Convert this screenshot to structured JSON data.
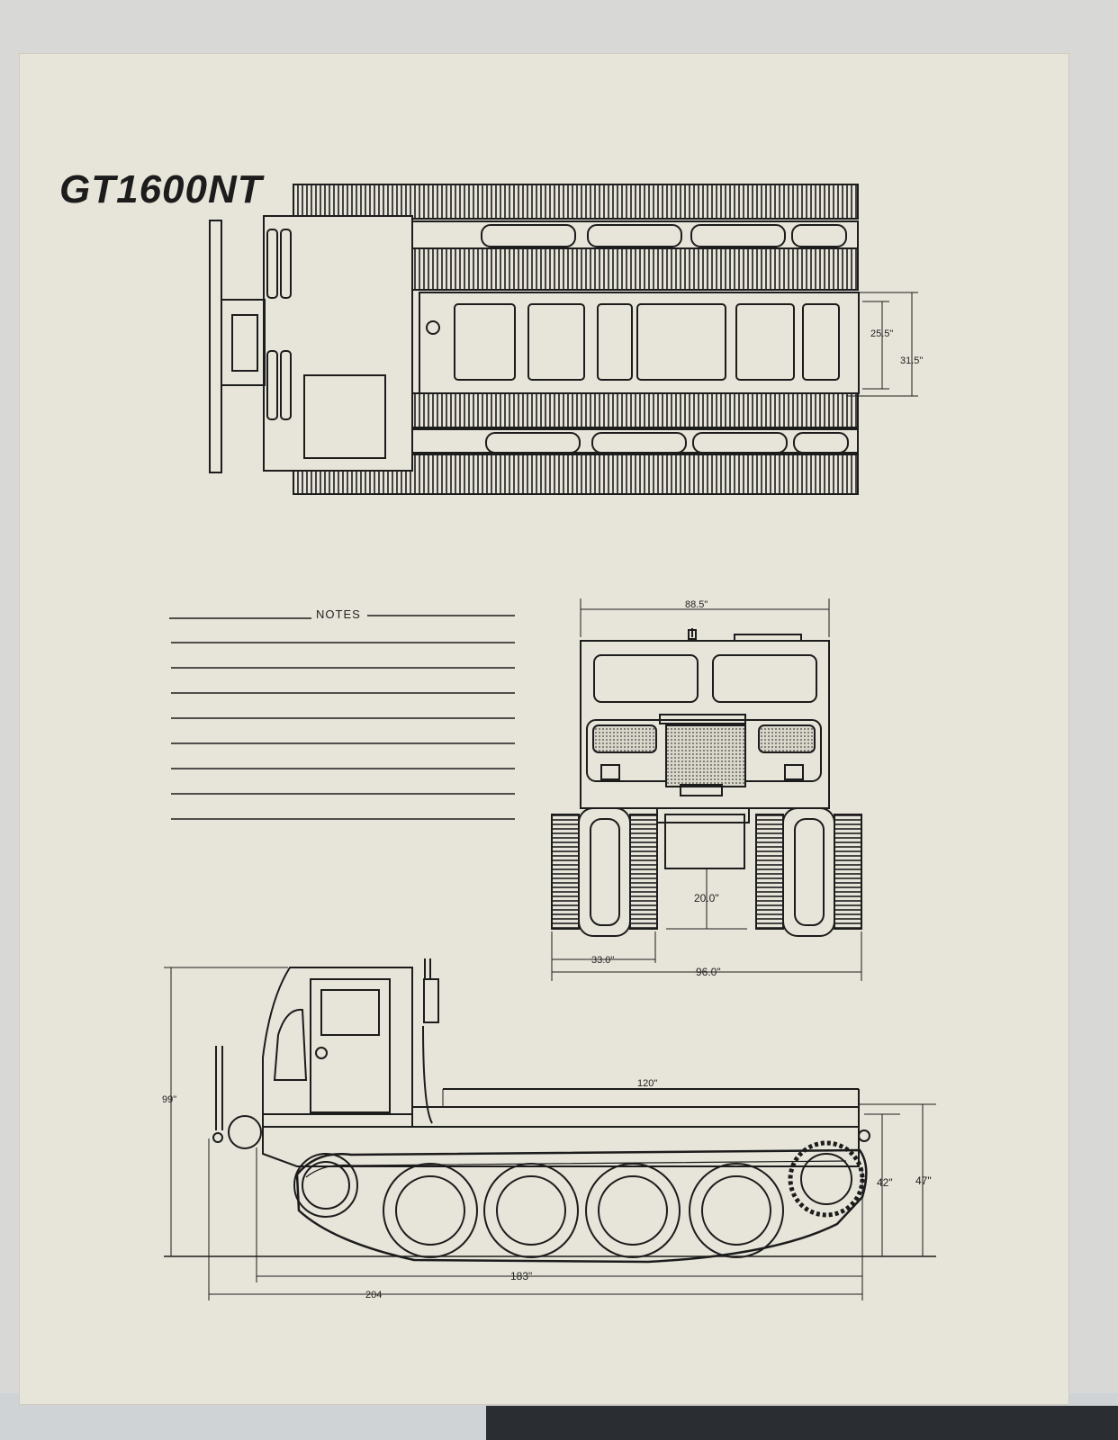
{
  "title": "GT1600NT",
  "notes": {
    "label": "NOTES"
  },
  "views": {
    "top": {
      "dims": {
        "inner_width": "25.5\"",
        "outer_width": "31.5\""
      }
    },
    "front": {
      "dims": {
        "overall_width": "88.5\"",
        "track_width": "33.0\"",
        "total_width": "96.0\"",
        "ground_clearance": "20.0\""
      }
    },
    "side": {
      "dims": {
        "height": "99\"",
        "deck_length": "120\"",
        "wheelbase": "183\"",
        "overall_length": "204",
        "deck_height": "42\"",
        "overall_deck_height": "47\""
      }
    }
  },
  "colors": {
    "paper": "#e7e4d9",
    "ink": "#1c1c1c",
    "background": "#d8d8d6"
  }
}
